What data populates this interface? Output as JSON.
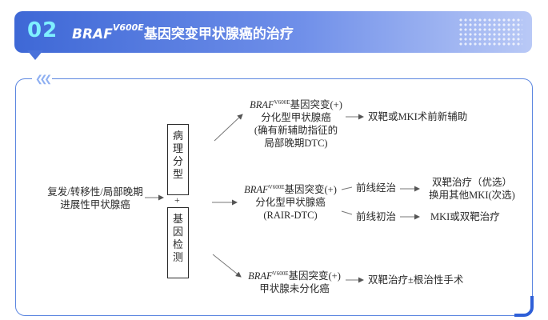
{
  "header": {
    "number": "02",
    "gene": "BRAF",
    "gene_sup": "V600E",
    "title_rest": "基因突变甲状腺癌的治疗"
  },
  "diagram": {
    "source": [
      "复发/转移性/局部晚期",
      "进展性甲状腺癌"
    ],
    "box_top": [
      "病",
      "理",
      "分",
      "型"
    ],
    "plus": "+",
    "box_bottom": [
      "基",
      "因",
      "检",
      "测"
    ],
    "branch1": {
      "gene": "BRAF",
      "gene_sup": "V600E",
      "line1_rest": "基因突变(+)",
      "lines": [
        "分化型甲状腺癌",
        "(确有新辅助指征的",
        "局部晚期DTC)"
      ],
      "result": "双靶或MKI术前新辅助"
    },
    "branch2": {
      "gene": "BRAF",
      "gene_sup": "V600E",
      "line1_rest": "基因突变(+)",
      "lines": [
        "分化型甲状腺癌",
        "(RAIR-DTC)"
      ],
      "prior": "前线经治",
      "prior_result": [
        "双靶治疗（优选）",
        "换用其他MKI(次选)"
      ],
      "naive": "前线初治",
      "naive_result": "MKI或双靶治疗"
    },
    "branch3": {
      "gene": "BRAF",
      "gene_sup": "V600E",
      "line1_rest": "基因突变(+)",
      "lines": [
        "甲状腺未分化癌"
      ],
      "result": "双靶治疗±根治性手术"
    }
  },
  "colors": {
    "banner_start": "#3e68d6",
    "banner_end": "#b9c9f6",
    "number": "#7ff0ff",
    "frame_border": "#5b86e0"
  },
  "decorations": {
    "chevrons": "❮❮❮"
  }
}
